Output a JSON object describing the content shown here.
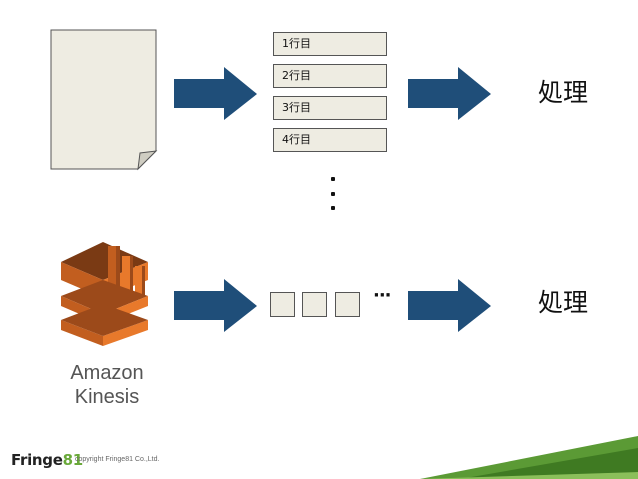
{
  "rows": [
    {
      "label": "1行目"
    },
    {
      "label": "2行目"
    },
    {
      "label": "3行目"
    },
    {
      "label": "4行目"
    }
  ],
  "process_label_top": "処理",
  "process_label_bottom": "処理",
  "kinesis": {
    "line1": "Amazon",
    "line2": "Kinesis"
  },
  "stream_ellipsis": "···",
  "footer": {
    "logo_text": "Fringe",
    "logo_number": "81",
    "copyright": "copyright Fringe81 Co.,Ltd."
  },
  "colors": {
    "arrow": "#1f4e79",
    "box_fill": "#eeece2",
    "kinesis_orange": "#e8792b",
    "kinesis_dark": "#9c4a1a",
    "footer_green": "#5b9a35"
  }
}
